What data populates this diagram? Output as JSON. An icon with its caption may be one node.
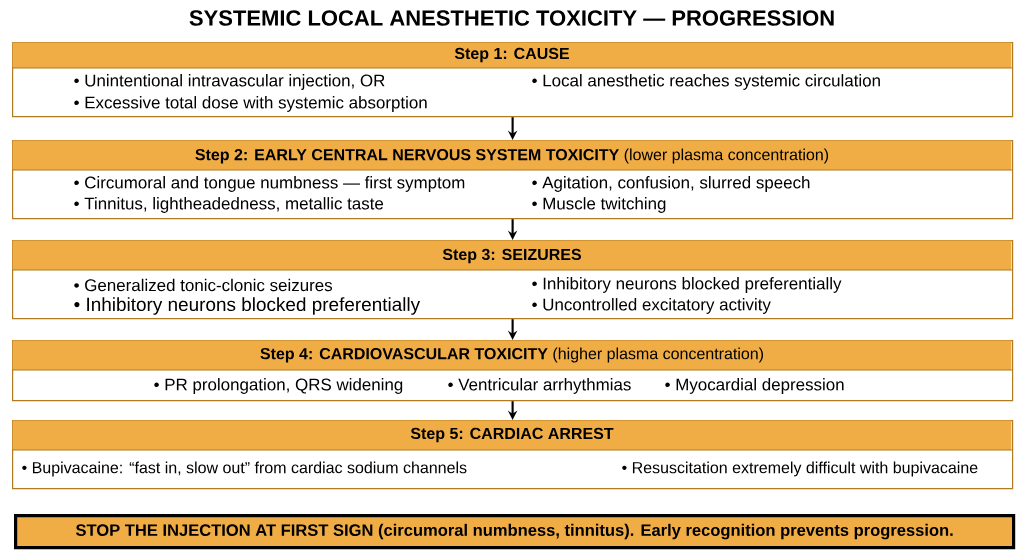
{
  "diagram": {
    "title": "SYSTEMIC LOCAL ANESTHETIC TOXICITY — PROGRESSION",
    "nodes": [
      {
        "text": [
          "Step 1: CAUSE",
          "• Unintentional intravascular injection, OR",
          "• Excessive total dose with systemic absorption",
          "• Local anesthetic reaches systemic circulation"
        ]
      },
      {
        "text": [
          "**Step 2: EARLY CENTRAL NERVOUS SYSTEM TOXICITY** (lower plasma concentration)",
          "• Circumoral and tongue numbness — first symptom",
          "• Tinnitus, lightheadedness, metallic taste",
          "• Agitation, confusion, slurred speech",
          "• Muscle twitching"
        ]
      },
      {
        "text": [
          "Step 3: SEIZURES",
          "• Generalized tonic-clonic seizures",
          "• Inhibitory neurons blocked preferentially",
          "• Inhibitory neurons blocked preferentially",
          "• Uncontrolled excitatory activity"
        ]
      },
      {
        "text": [
          "**Step 4: CARDIOVASCULAR TOXICITY** (higher plasma concentration)",
          "• PR prolongation, QRS widening",
          "• Ventricular arrhythmias",
          "• Myocardial depression"
        ]
      },
      {
        "text": [
          "Step 5: CARDIAC ARREST",
          "• Bupivacaine: “fast in, slow out” from cardiac sodium channels",
          "• Resuscitation extremely difficult with bupivacaine"
        ]
      },
      {
        "text": [
          "STOP THE INJECTION AT FIRST SIGN (circumoral numbness, tinnitus). Early recognition prevents progression."
        ]
      }
    ],
    "edges": [
      {
        "from": 0,
        "to": 1,
        "arrow": "to"
      },
      {
        "from": 1,
        "to": 2,
        "arrow": "to"
      },
      {
        "from": 2,
        "to": 3,
        "arrow": "to"
      },
      {
        "from": 3,
        "to": 4,
        "arrow": "to"
      }
    ]
  }
}
